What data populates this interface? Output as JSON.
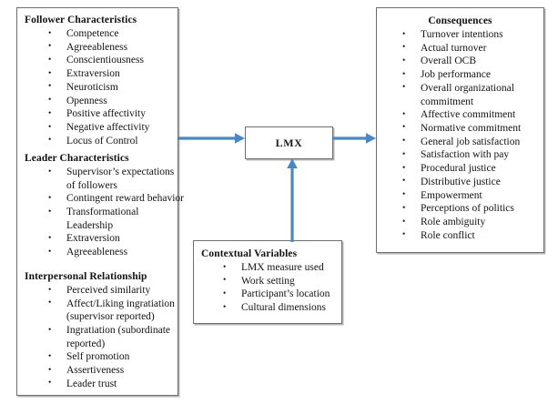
{
  "diagram": {
    "accent_color": "#4A87C4",
    "box_border_color": "#6E6E6E",
    "text_color": "#121212"
  },
  "left_panel": {
    "groups": [
      {
        "title": "Follower Characteristics",
        "items": [
          "Competence",
          "Agreeableness",
          "Conscientiousness",
          "Extraversion",
          "Neuroticism",
          "Openness",
          "Positive affectivity",
          "Negative affectivity",
          "Locus of Control"
        ]
      },
      {
        "title": "Leader Characteristics",
        "items": [
          "Supervisor’s expectations of followers",
          "Contingent reward behavior",
          "Transformational Leadership",
          "Extraversion",
          "Agreeableness"
        ]
      },
      {
        "title": "Interpersonal Relationship",
        "items": [
          "Perceived similarity",
          "Affect/Liking ingratiation (supervisor reported)",
          "Ingratiation (subordinate reported)",
          "Self promotion",
          "Assertiveness",
          "Leader trust"
        ]
      }
    ]
  },
  "center": {
    "lmx_label": "LMX"
  },
  "contextual": {
    "title": "Contextual Variables",
    "items": [
      "LMX measure used",
      "Work setting",
      "Participant’s location",
      "Cultural dimensions"
    ]
  },
  "consequences": {
    "title": "Consequences",
    "items": [
      "Turnover intentions",
      "Actual turnover",
      "Overall OCB",
      "Job performance",
      "Overall organizational commitment",
      "Affective commitment",
      "Normative commitment",
      "General job satisfaction",
      "Satisfaction with pay",
      "Procedural justice",
      "Distributive justice",
      "Empowerment",
      "Perceptions of politics",
      "Role ambiguity",
      "Role conflict"
    ]
  },
  "arrows": [
    {
      "name": "antecedents-to-lmx",
      "direction": "right"
    },
    {
      "name": "lmx-to-consequences",
      "direction": "right"
    },
    {
      "name": "contextual-to-lmx",
      "direction": "up"
    }
  ]
}
